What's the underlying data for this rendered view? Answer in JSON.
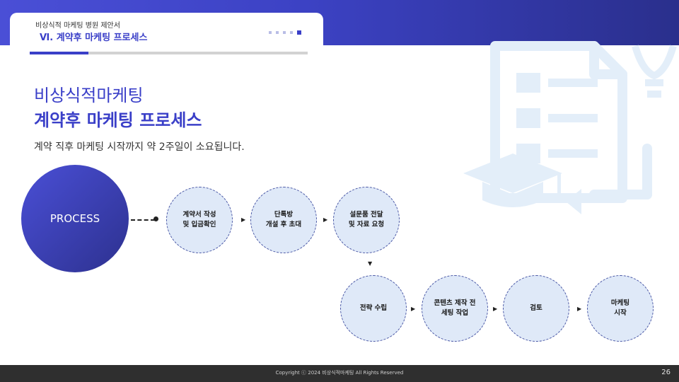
{
  "header": {
    "doc_title": "비상식적 마케팅 병원 제안서",
    "section_title": "Ⅵ. 계약후 마케팅 프로세스",
    "progress_fraction": 0.21
  },
  "main": {
    "heading_line1": "비상식적마케팅",
    "heading_line2": "계약후 마케팅 프로세스",
    "subtitle": "계약 직후 마케팅 시작까지 약 2주일이 소요됩니다.",
    "process_label": "PROCESS",
    "steps": [
      "계약서 작성\n및 입금확인",
      "단톡방\n개설 후 초대",
      "설문품 전달\n및 자료 요청",
      "전략 수립",
      "콘텐츠 제작 전\n세팅 작업",
      "검토",
      "마케팅\n시작"
    ]
  },
  "footer": {
    "copyright": "Copyright ⓒ 2024 비상식적마케팅 All Rights Reserved",
    "page_number": "26"
  },
  "colors": {
    "accent": "#3a3fc8",
    "step_fill": "#dfe9f8",
    "illustration": "#e3eef9",
    "footer": "#2f2f2f"
  },
  "icons": [
    "checklist-document-icon",
    "graduation-cap-icon",
    "lightbulb-icon",
    "arrow-right-icon",
    "arrow-down-icon"
  ]
}
